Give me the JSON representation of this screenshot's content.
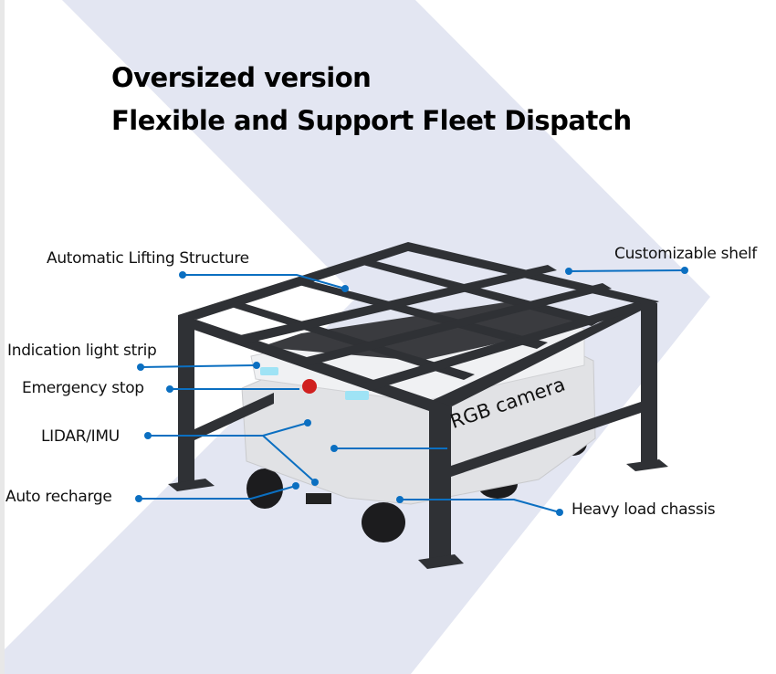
{
  "title": {
    "line1": "Oversized version",
    "line2": "Flexible and Support Fleet Dispatch"
  },
  "callouts": {
    "lifting": "Automatic Lifting Structure",
    "shelf": "Customizable shelf",
    "light_strip": "Indication light strip",
    "emergency_stop": "Emergency stop",
    "lidar": "LIDAR/IMU",
    "rgb_camera": "RGB camera",
    "auto_recharge": "Auto recharge",
    "chassis": "Heavy load chassis"
  },
  "colors": {
    "background_chevron": "#e3e6f2",
    "callout_line": "#0b6fc1",
    "frame": "#2f3135",
    "body": "#e4e5e7",
    "stop_button": "#d0201f",
    "light_strip": "#9fe3f5"
  }
}
